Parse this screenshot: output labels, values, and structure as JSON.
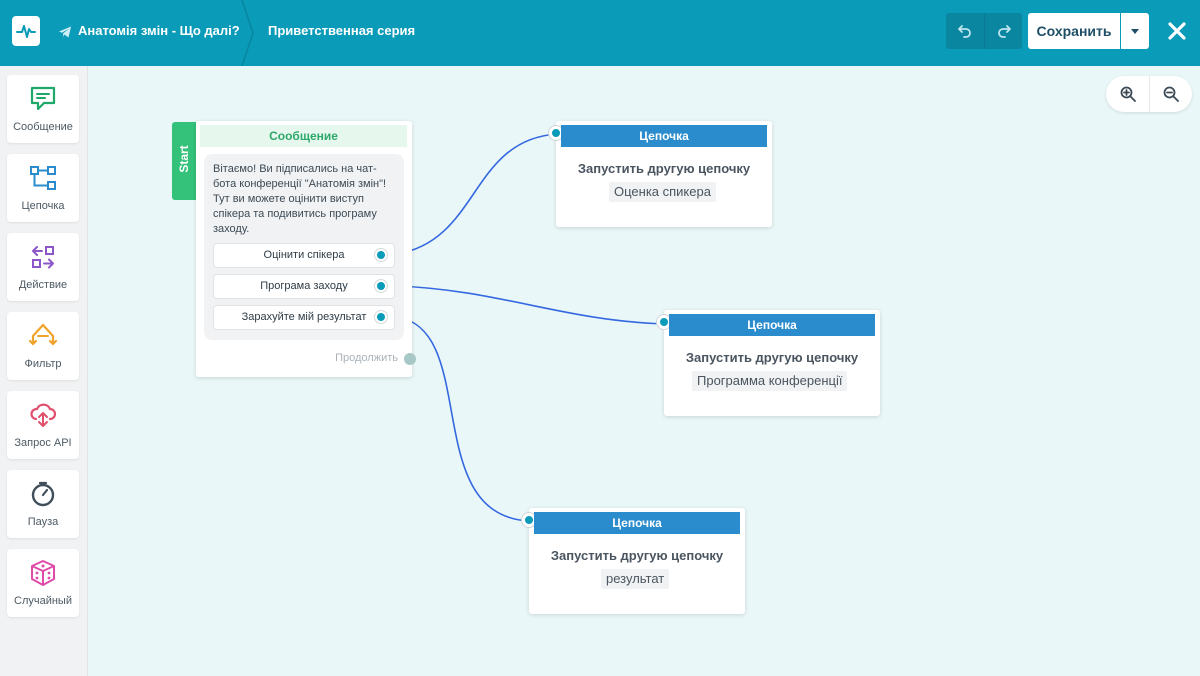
{
  "header": {
    "bot_name": "Анатомія змін - Що далі?",
    "series_name": "Приветственная серия",
    "save_label": "Сохранить",
    "bg_color": "#0a9bb9"
  },
  "sidebar": {
    "items": [
      {
        "label": "Сообщение",
        "icon": "message-icon",
        "color": "#1fa86a"
      },
      {
        "label": "Цепочка",
        "icon": "chain-icon",
        "color": "#2b8ccd"
      },
      {
        "label": "Действие",
        "icon": "action-icon",
        "color": "#8d57c9"
      },
      {
        "label": "Фильтр",
        "icon": "filter-icon",
        "color": "#f0a32a"
      },
      {
        "label": "Запрос API",
        "icon": "api-cloud-icon",
        "color": "#e0506e"
      },
      {
        "label": "Пауза",
        "icon": "timer-icon",
        "color": "#3f4e5a"
      },
      {
        "label": "Случайный",
        "icon": "dice-icon",
        "color": "#e04aa8"
      }
    ]
  },
  "start": {
    "label": "Start"
  },
  "message_node": {
    "header": "Сообщение",
    "text": "Вітаємо! Ви підписались на чат-бота конференції \"Анатомія змін\"! Тут ви можете оцінити виступ спікера та подивитись програму заходу.",
    "buttons": [
      {
        "label": "Оцінити спікера"
      },
      {
        "label": "Програма заходу"
      },
      {
        "label": "Зарахуйте мій результат"
      }
    ],
    "continue_label": "Продолжить"
  },
  "chains": [
    {
      "header": "Цепочка",
      "title": "Запустить другую цепочку",
      "tag": "Оценка спикера"
    },
    {
      "header": "Цепочка",
      "title": "Запустить другую цепочку",
      "tag": "Программа конференції"
    },
    {
      "header": "Цепочка",
      "title": "Запустить другую цепочку",
      "tag": "результат"
    }
  ]
}
